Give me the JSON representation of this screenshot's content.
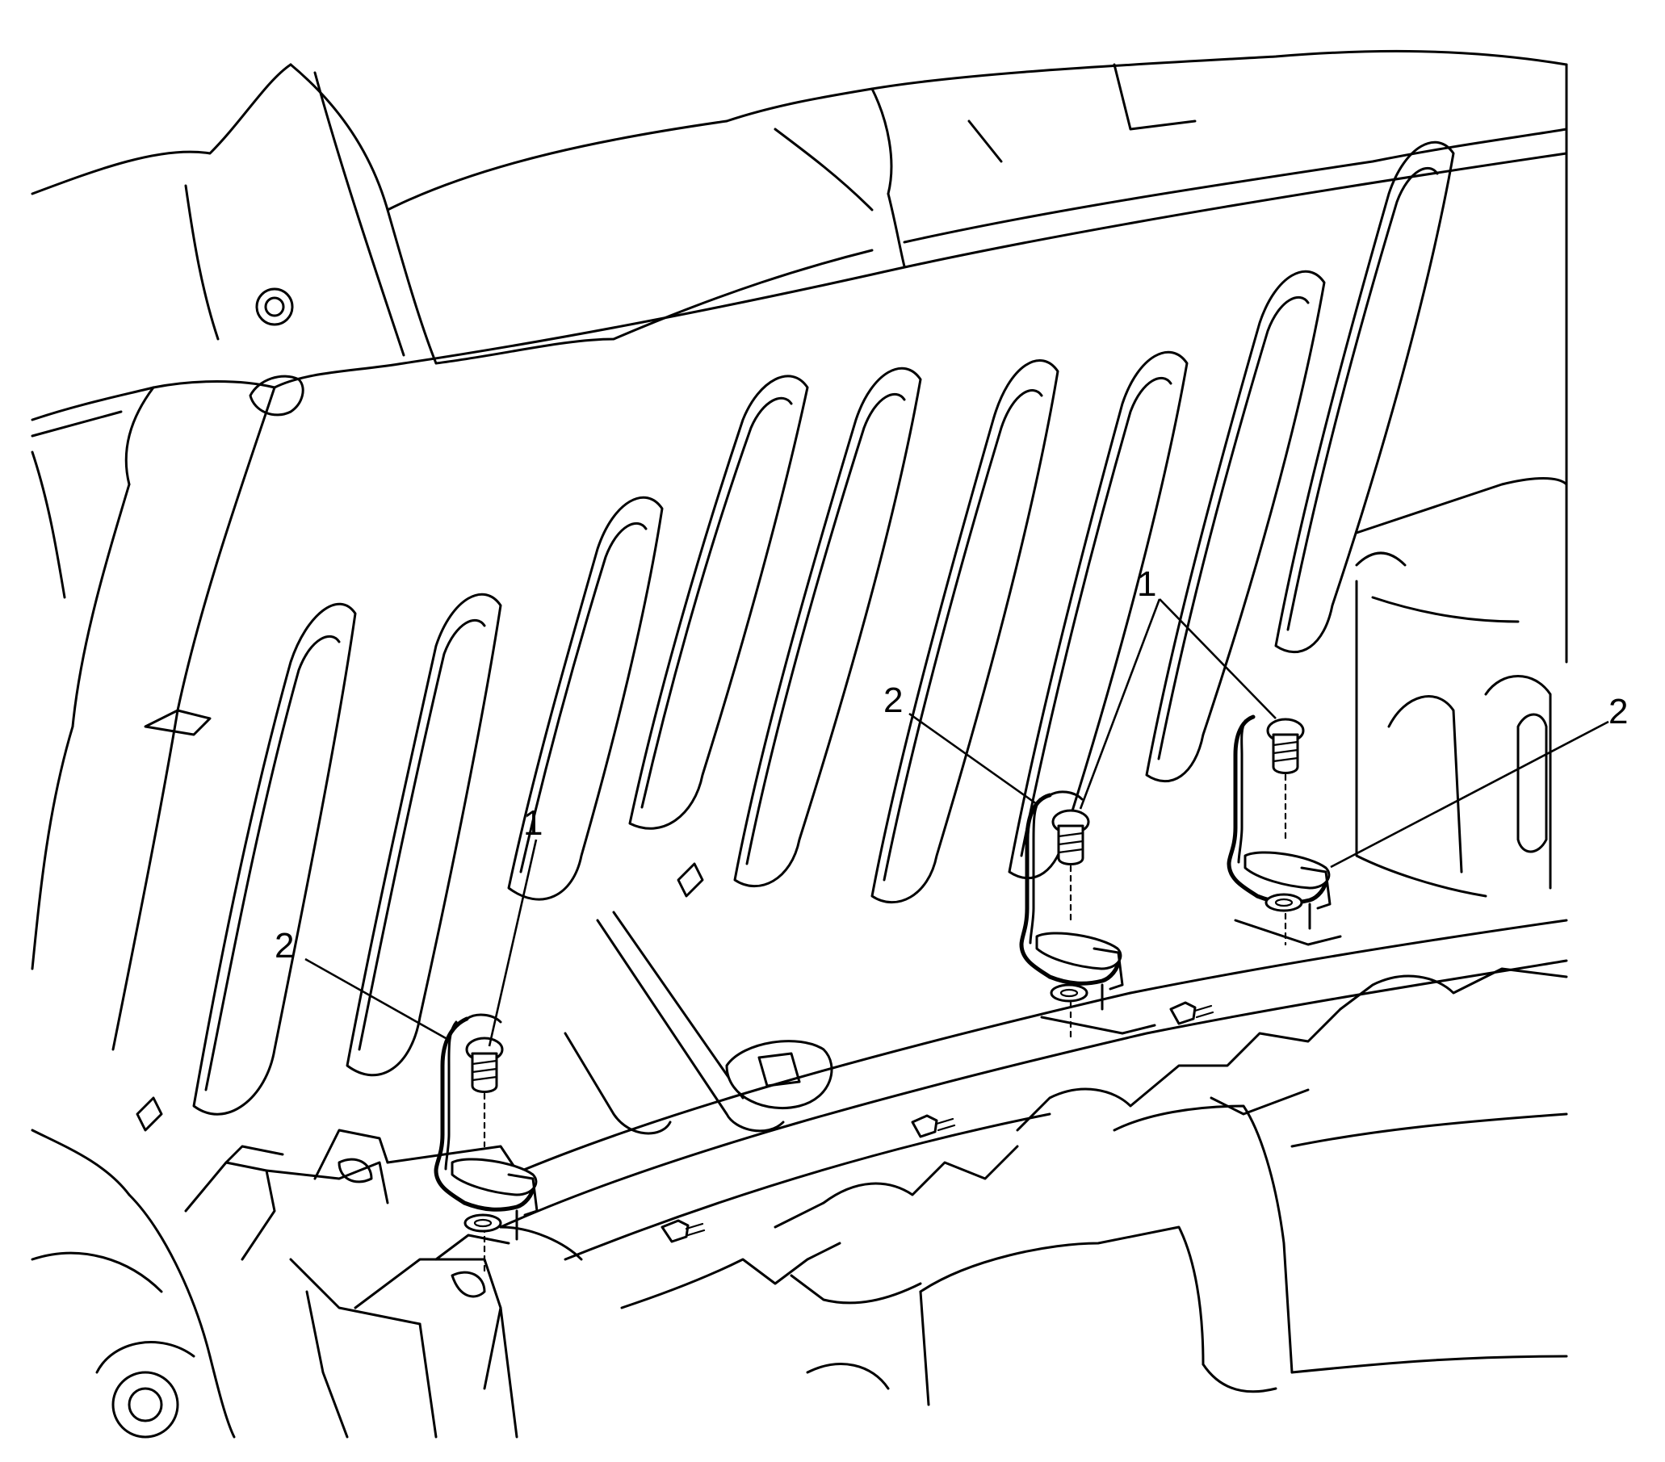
{
  "callouts": {
    "c1": "1",
    "c2": "1",
    "c3": "1",
    "c4": "2",
    "c5": "2",
    "c6": "2"
  },
  "parts": {
    "bolt": {
      "icon": "bolt-icon"
    },
    "bracket": {
      "icon": "bracket-icon"
    },
    "washer": {
      "icon": "washer-icon"
    }
  },
  "colors": {
    "line": "#000000",
    "background": "#ffffff"
  }
}
